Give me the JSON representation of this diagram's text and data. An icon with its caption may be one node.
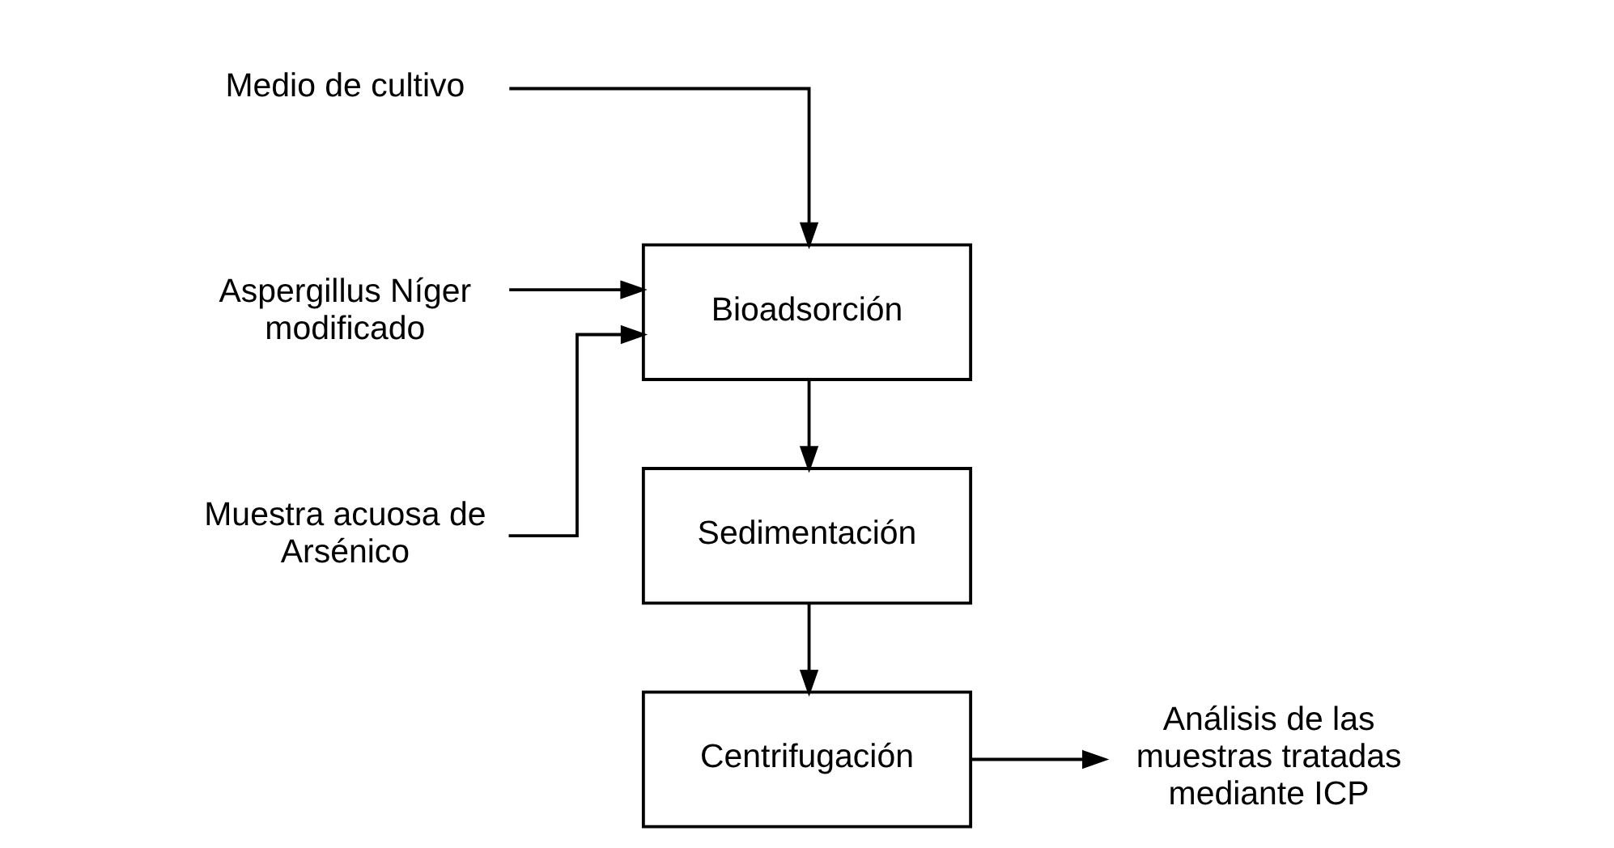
{
  "diagram": {
    "nodes": [
      {
        "text": [
          "Medio de cultivo"
        ]
      },
      {
        "text": [
          "Aspergillus Níger modificado"
        ]
      },
      {
        "text": [
          "Muestra acuosa de Arsénico"
        ]
      },
      {
        "text": [
          "Bioadsorción"
        ]
      },
      {
        "text": [
          "Sedimentación"
        ]
      },
      {
        "text": [
          "Centrifugación"
        ]
      },
      {
        "text": [
          "Análisis de las muestras tratadas mediante ICP"
        ]
      }
    ],
    "edges": [
      {
        "from": 0,
        "to": 3,
        "arrow": "to"
      },
      {
        "from": 1,
        "to": 3,
        "arrow": "to"
      },
      {
        "from": 2,
        "to": 3,
        "arrow": "to"
      },
      {
        "from": 3,
        "to": 4,
        "arrow": "to"
      },
      {
        "from": 4,
        "to": 5,
        "arrow": "to"
      },
      {
        "from": 5,
        "to": 6,
        "arrow": "to"
      }
    ]
  }
}
